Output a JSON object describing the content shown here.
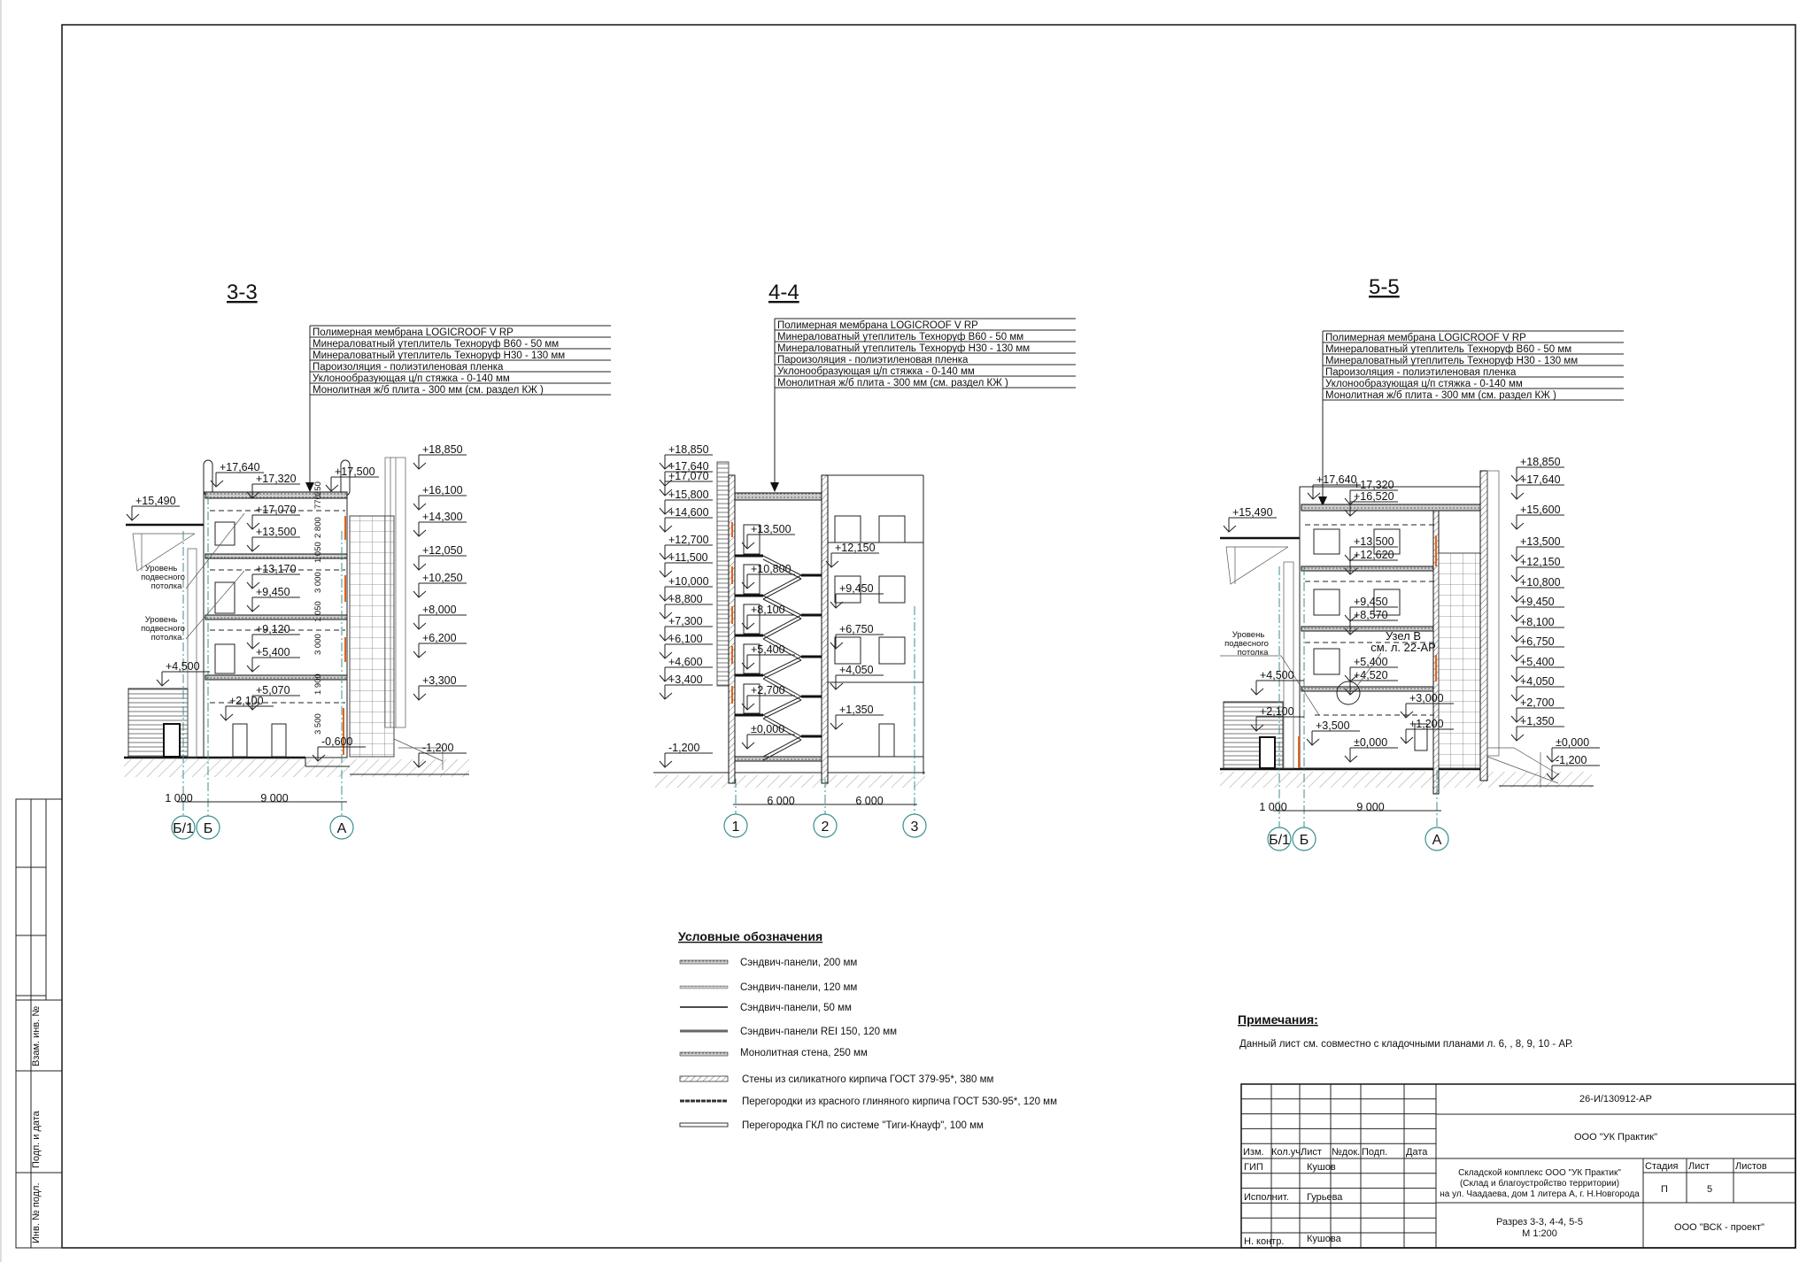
{
  "sheet": {
    "side_stamp": [
      "Взам. инв. №",
      "Подп. и дата",
      "Инв. № подл."
    ]
  },
  "sections": [
    {
      "title": "3-3",
      "layers": [
        "Полимерная мембрана LOGICROOF V RP",
        "Минераловатный утеплитель Техноруф В60 - 50 мм",
        "Минераловатный утеплитель Техноруф Н30 - 130 мм",
        "Пароизоляция - полиэтиленовая пленка",
        "Уклонообразующая ц/п стяжка - 0-140 мм",
        "Монолитная ж/б плита - 300 мм (см. раздел КЖ )"
      ],
      "elevations_right": [
        "+18,850",
        "+16,100",
        "+14,300",
        "+12,050",
        "+10,250",
        "+8,000",
        "+6,200",
        "+3,300",
        "-1,200"
      ],
      "elevations_inner": [
        "+17,640",
        "+17,320",
        "+17,500",
        "+15,490",
        "+17,070",
        "+13,500",
        "+13,170",
        "+9,450",
        "+9,120",
        "+5,400",
        "+5,070",
        "+2,100",
        "+4,500",
        "-0,600"
      ],
      "vertical_dims": [
        "250",
        "770",
        "2 800",
        "1 050",
        "3 000",
        "1 050",
        "3 000",
        "1 900",
        "3 500"
      ],
      "ceiling_label": [
        "Уровень",
        "подвесного",
        "потолка"
      ],
      "dims": [
        "1 000",
        "9 000"
      ],
      "axes": [
        "Б/1",
        "Б",
        "А"
      ]
    },
    {
      "title": "4-4",
      "layers": [
        "Полимерная мембрана LOGICROOF V RP",
        "Минераловатный утеплитель Техноруф В60 - 50 мм",
        "Минераловатный утеплитель Техноруф Н30 - 130 мм",
        "Пароизоляция - полиэтиленовая пленка",
        "Уклонообразующая ц/п стяжка - 0-140 мм",
        "Монолитная ж/б плита - 300 мм (см. раздел КЖ )"
      ],
      "elevations_left": [
        "+18,850",
        "+17,640",
        "+17,070",
        "+15,800",
        "+14,600",
        "+12,700",
        "+11,500",
        "+10,000",
        "+8,800",
        "+7,300",
        "+6,100",
        "+4,600",
        "+3,400",
        "-1,200"
      ],
      "elevations_inner": [
        "+13,500",
        "+10,800",
        "+8,100",
        "+5,400",
        "+2,700",
        "±0,000"
      ],
      "elevations_right": [
        "+12,150",
        "+9,450",
        "+6,750",
        "+4,050",
        "+1,350"
      ],
      "dims": [
        "6 000",
        "6 000"
      ],
      "axes": [
        "1",
        "2",
        "3"
      ]
    },
    {
      "title": "5-5",
      "layers": [
        "Полимерная мембрана LOGICROOF V RP",
        "Минераловатный утеплитель Техноруф В60 - 50 мм",
        "Минераловатный утеплитель Техноруф Н30 - 130 мм",
        "Пароизоляция - полиэтиленовая пленка",
        "Уклонообразующая ц/п стяжка - 0-140 мм",
        "Монолитная ж/б плита - 300 мм (см. раздел КЖ )"
      ],
      "elevations_right": [
        "+18,850",
        "+17,640",
        "+15,600",
        "+13,500",
        "+12,150",
        "+10,800",
        "+9,450",
        "+8,100",
        "+6,750",
        "+5,400",
        "+4,050",
        "+2,700",
        "+1,350",
        "±0,000",
        "-1,200"
      ],
      "elevations_inner": [
        "+17,640",
        "+17,320",
        "+16,520",
        "+15,490",
        "+13,500",
        "+12,620",
        "+9,450",
        "+8,570",
        "+5,400",
        "+4,520",
        "+3,000",
        "+1,200",
        "+3,500",
        "±0,000",
        "+4,500",
        "+2,100"
      ],
      "node_label": [
        "Узел В",
        "см. л. 22-АР"
      ],
      "ceiling_label": [
        "Уровень",
        "подвесного",
        "потолка"
      ],
      "dims": [
        "1 000",
        "9 000"
      ],
      "axes": [
        "Б/1",
        "Б",
        "А"
      ]
    }
  ],
  "legend": {
    "title": "Условные обозначения",
    "items": [
      "Сэндвич-панели, 200 мм",
      "Сэндвич-панели, 120 мм",
      "Сэндвич-панели, 50 мм",
      "Сэндвич-панели  REI 150, 120 мм",
      "Монолитная стена, 250 мм",
      "Стены из силикатного кирпича  ГОСТ 379-95*, 380 мм",
      "Перегородки из красного глиняного кирпича  ГОСТ 530-95*, 120 мм",
      "Перегородка ГКЛ по системе \"Тиги-Кнауф\", 100 мм"
    ]
  },
  "notes": {
    "title": "Примечания:",
    "text": "Данный лист см. совместно с кладочными планами л. 6, , 8, 9, 10 - АР."
  },
  "title_block": {
    "code": "26-И/130912-АР",
    "customer": "ООО \"УК Практик\"",
    "headers": [
      "Изм.",
      "Кол.уч.",
      "Лист",
      "№док.",
      "Подп.",
      "Дата"
    ],
    "roles": [
      {
        "role": "ГИП",
        "name": "Кушов"
      },
      {
        "role": "Исполнит.",
        "name": "Гурьева"
      },
      {
        "role": "Н. контр.",
        "name": "Кушова"
      }
    ],
    "project": [
      "Складской комплекс ООО \"УК Практик\"",
      "(Склад и благоустройство территории)",
      "на ул. Чаадаева, дом 1 литера А, г. Н.Новгорода"
    ],
    "stage_header": "Стадия",
    "sheet_header": "Лист",
    "sheets_header": "Листов",
    "stage": "П",
    "sheet": "5",
    "sheets": "",
    "drawing_title": [
      "Разрез 3-3, 4-4, 5-5",
      "М 1:200"
    ],
    "designer": "ООО \"ВСК - проект\""
  },
  "colors": {
    "axis": "#3a8f8f",
    "accent": "#e0641a",
    "line": "#111111"
  }
}
